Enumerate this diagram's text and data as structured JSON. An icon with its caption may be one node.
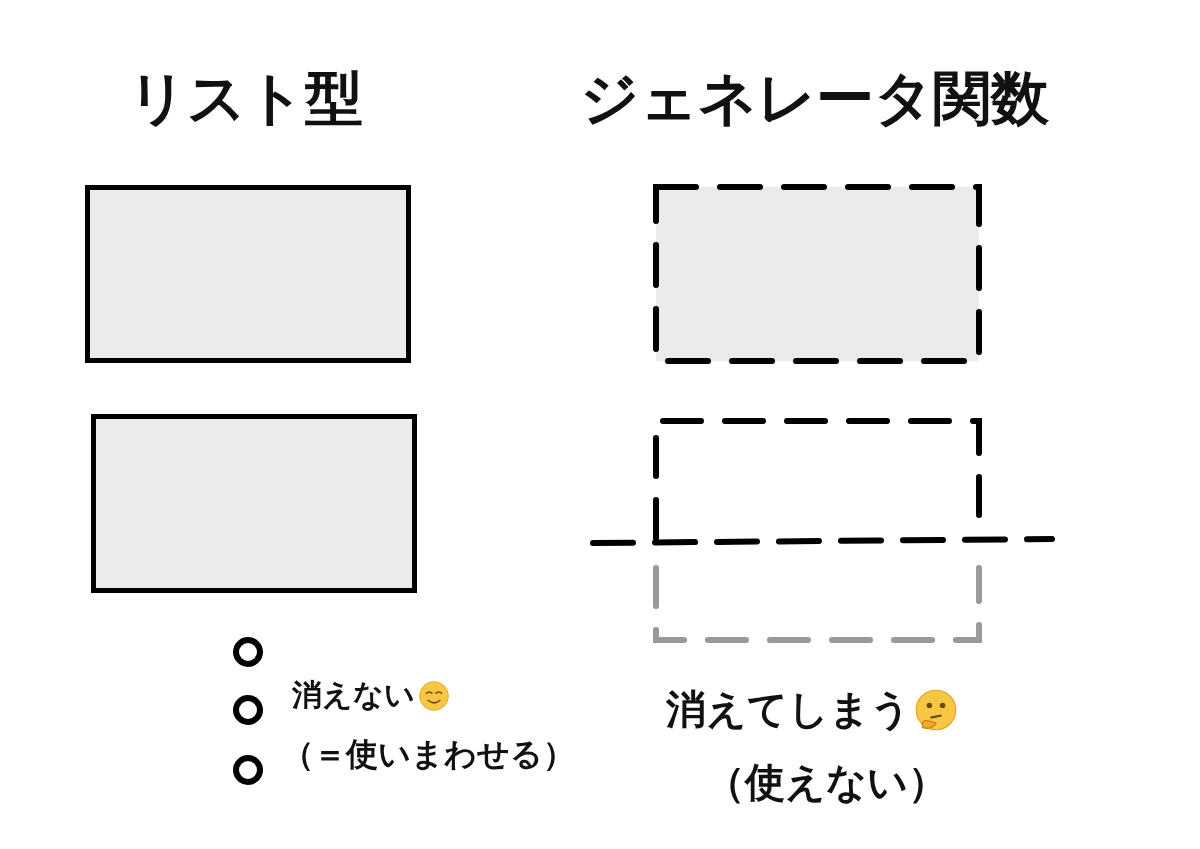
{
  "diagram": {
    "nodes": [
      {
        "text": [],
        "shape": "box"
      },
      {
        "text": [],
        "shape": "box"
      },
      {
        "text": [],
        "shape": "box"
      },
      {
        "text": [],
        "shape": "box"
      },
      {
        "text": [],
        "shape": "circle"
      },
      {
        "text": [],
        "shape": "circle"
      },
      {
        "text": [],
        "shape": "circle"
      }
    ],
    "edges": [],
    "labels": [
      "リスト型",
      "ジェネレータ関数",
      "消えない",
      "（＝使いまわせる）",
      "消えてしまう",
      "（使えない）"
    ]
  }
}
